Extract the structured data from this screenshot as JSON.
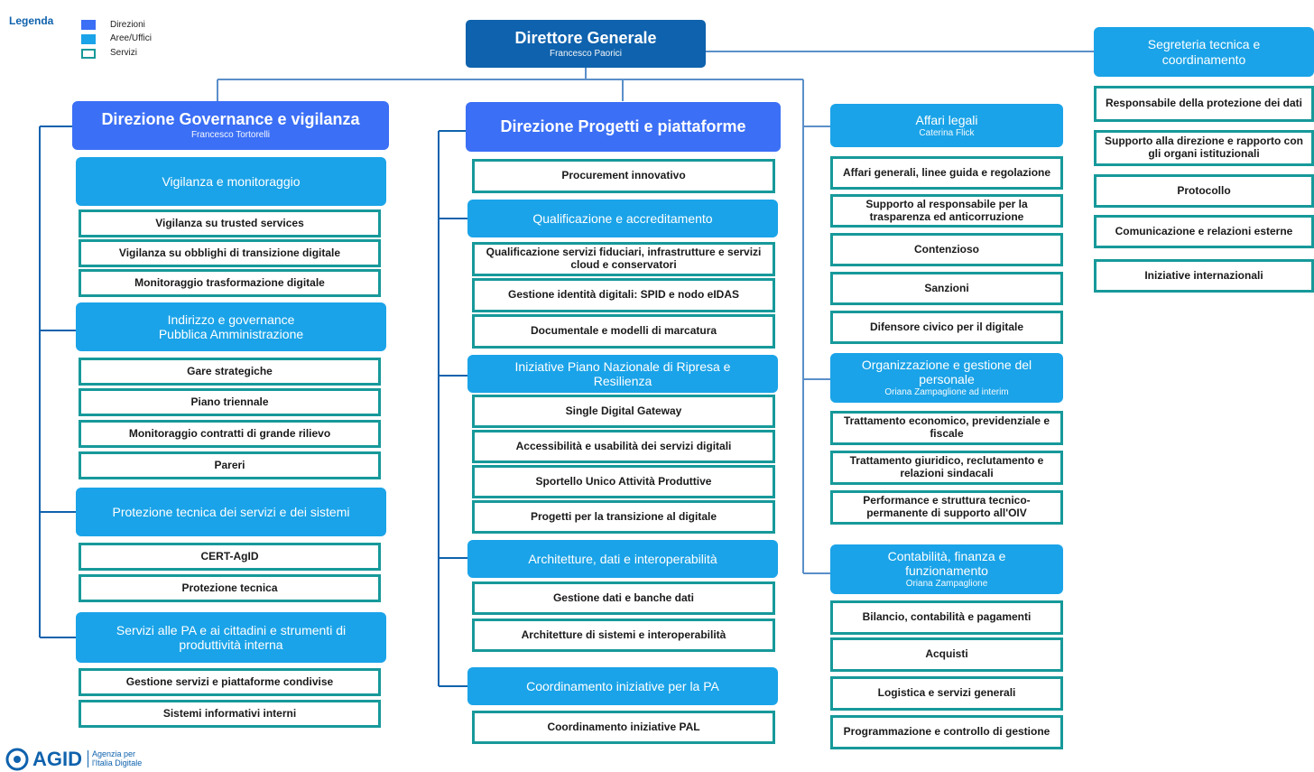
{
  "legend": {
    "title": "Legenda",
    "items": [
      {
        "label": "Direzioni",
        "color": "#3b6ff5"
      },
      {
        "label": "Aree/Uffici",
        "color": "#1aa3e8"
      },
      {
        "label": "Servizi",
        "color": "#17999a"
      }
    ]
  },
  "top": {
    "title": "Direttore Generale",
    "person": "Francesco Paorici"
  },
  "segreteria": {
    "title": "Segreteria tecnica e coordinamento",
    "services": [
      "Responsabile della protezione dei dati",
      "Supporto alla direzione e rapporto con gli organi istituzionali",
      "Protocollo",
      "Comunicazione e relazioni esterne",
      "Iniziative internazionali"
    ]
  },
  "governance": {
    "title": "Direzione Governance e vigilanza",
    "person": "Francesco Tortorelli",
    "areas": [
      {
        "title": "Vigilanza e monitoraggio",
        "services": [
          "Vigilanza su trusted services",
          "Vigilanza su obblighi di transizione digitale",
          "Monitoraggio trasformazione digitale"
        ]
      },
      {
        "title": "Indirizzo e governance Pubblica Amministrazione",
        "services": [
          "Gare strategiche",
          "Piano triennale",
          "Monitoraggio contratti di grande rilievo",
          "Pareri"
        ]
      },
      {
        "title": "Protezione tecnica dei servizi e dei sistemi",
        "services": [
          "CERT-AgID",
          "Protezione tecnica"
        ]
      },
      {
        "title": "Servizi alle PA e ai cittadini e strumenti di produttività interna",
        "services": [
          "Gestione servizi e piattaforme condivise",
          "Sistemi informativi interni"
        ]
      }
    ]
  },
  "progetti": {
    "title": "Direzione Progetti e piattaforme",
    "top_service": "Procurement innovativo",
    "areas": [
      {
        "title": "Qualificazione e accreditamento",
        "services": [
          "Qualificazione servizi fiduciari, infrastrutture e servizi cloud e conservatori",
          "Gestione identità digitali: SPID e nodo eIDAS",
          "Documentale e modelli di marcatura"
        ]
      },
      {
        "title": "Iniziative Piano Nazionale di Ripresa e Resilienza",
        "services": [
          "Single Digital Gateway",
          "Accessibilità e usabilità dei servizi digitali",
          "Sportello Unico Attività Produttive",
          "Progetti per la transizione al digitale"
        ]
      },
      {
        "title": "Architetture, dati e interoperabilità",
        "services": [
          "Gestione dati e banche dati",
          "Architetture di sistemi e interoperabilità"
        ]
      },
      {
        "title": "Coordinamento iniziative per la PA",
        "services": [
          "Coordinamento iniziative PAL"
        ]
      }
    ]
  },
  "affari": {
    "title": "Affari legali",
    "person": "Caterina Flick",
    "services": [
      "Affari generali, linee guida e regolazione",
      "Supporto al responsabile per la trasparenza ed anticorruzione",
      "Contenzioso",
      "Sanzioni",
      "Difensore civico per il digitale"
    ]
  },
  "organizzazione": {
    "title": "Organizzazione e gestione del personale",
    "person": "Oriana Zampaglione ad interim",
    "services": [
      "Trattamento economico, previdenziale e fiscale",
      "Trattamento giuridico, reclutamento e relazioni sindacali",
      "Performance e struttura tecnico-permanente di supporto all'OIV"
    ]
  },
  "contabilita": {
    "title": "Contabilità, finanza e funzionamento",
    "person": "Oriana Zampaglione",
    "services": [
      "Bilancio, contabilità e pagamenti",
      "Acquisti",
      "Logistica e servizi generali",
      "Programmazione e controllo di gestione"
    ]
  },
  "logo": {
    "mark": "AGID",
    "tagline1": "Agenzia per",
    "tagline2": "l'Italia Digitale"
  }
}
